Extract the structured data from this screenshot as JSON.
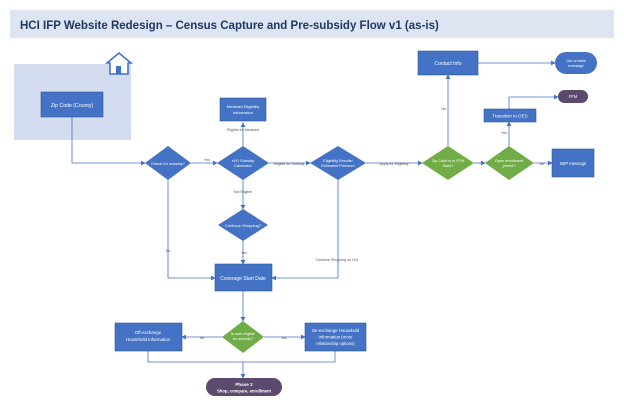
{
  "title": "HCI IFP Website Redesign – Census Capture and Pre-subsidy Flow v1 (as-is)",
  "nodes": {
    "zip_code": "Zip Code (County)",
    "medicaid_info": [
      "Medicaid Eligibility",
      "Information"
    ],
    "check_subsidy": "Check for subsidy?",
    "ho_calc": [
      "H/O Subsidy",
      "Calculator"
    ],
    "eligibility_results": [
      "Eligibility Results/",
      "Estimated Premium"
    ],
    "zip_in_ffm": [
      "Zip Code is in FFM",
      "State?"
    ],
    "open_enrollment": [
      "Open enrollment",
      "period?"
    ],
    "sep_message": "SEP message",
    "contact_info": "Contact Info",
    "out_of_state": [
      "Out of state",
      "message"
    ],
    "transition_oes": "Transition to OES",
    "ffm": "FFM",
    "continue_shopping": "Continue Shopping?",
    "coverage_start": "Coverage Start Date",
    "is_user_eligible": [
      "Is user eligible",
      "for subsidy?"
    ],
    "off_exchange": [
      "Off-exchange",
      "Household Information"
    ],
    "on_exchange": [
      "On-exchange Household",
      "Information (more",
      "relationship options)"
    ],
    "phase2": [
      "Phase 2",
      "Shop, compare, enrollment"
    ]
  },
  "edge_labels": {
    "yes_check": "Yes",
    "eligible_medicaid": "Eligible for Medicaid",
    "eligible_subsidy": "Eligible for Subsidy",
    "apply_eligibility": "Apply for Eligibility",
    "no_ffm": "No",
    "yes_oe": "Yes",
    "no_oe": "No",
    "not_eligible": "Not Eligible",
    "yes_continue": "Yes",
    "no_check": "No",
    "continue_hci": "Continue Shopping on HCI",
    "no_eligible": "No",
    "yes_eligible": "Yes"
  },
  "icons": {
    "house": "house-icon"
  },
  "colors": {
    "banner": "#dde4f2",
    "title": "#1f3864",
    "box": "#4472c4",
    "box_dark": "#2e5597",
    "decision": "#4472c4",
    "decision_green": "#70ad47",
    "pill": "#5b4a6e",
    "zip_panel": "#d4ddef"
  }
}
